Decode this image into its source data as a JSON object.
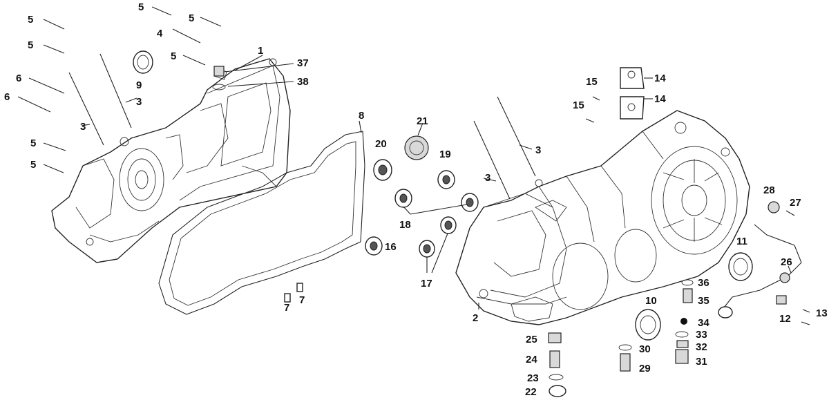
{
  "labels": {
    "l1": "1",
    "l2": "2",
    "l3a": "3",
    "l3b": "3",
    "l3c": "3",
    "l3d": "3",
    "l4": "4",
    "l5a": "5",
    "l5b": "5",
    "l5c": "5",
    "l5d": "5",
    "l5e": "5",
    "l5f": "5",
    "l6a": "6",
    "l6b": "6",
    "l7a": "7",
    "l7b": "7",
    "l8": "8",
    "l9": "9",
    "l10": "10",
    "l11": "11",
    "l12": "12",
    "l13": "13",
    "l14a": "14",
    "l14b": "14",
    "l15a": "15",
    "l15b": "15",
    "l16": "16",
    "l17": "17",
    "l18": "18",
    "l19": "19",
    "l20": "20",
    "l21": "21",
    "l22": "22",
    "l23": "23",
    "l24": "24",
    "l25": "25",
    "l26": "26",
    "l27": "27",
    "l28": "28",
    "l29": "29",
    "l30": "30",
    "l31": "31",
    "l32": "32",
    "l33": "33",
    "l34": "34",
    "l35": "35",
    "l36": "36",
    "l37": "37",
    "l38": "38"
  }
}
